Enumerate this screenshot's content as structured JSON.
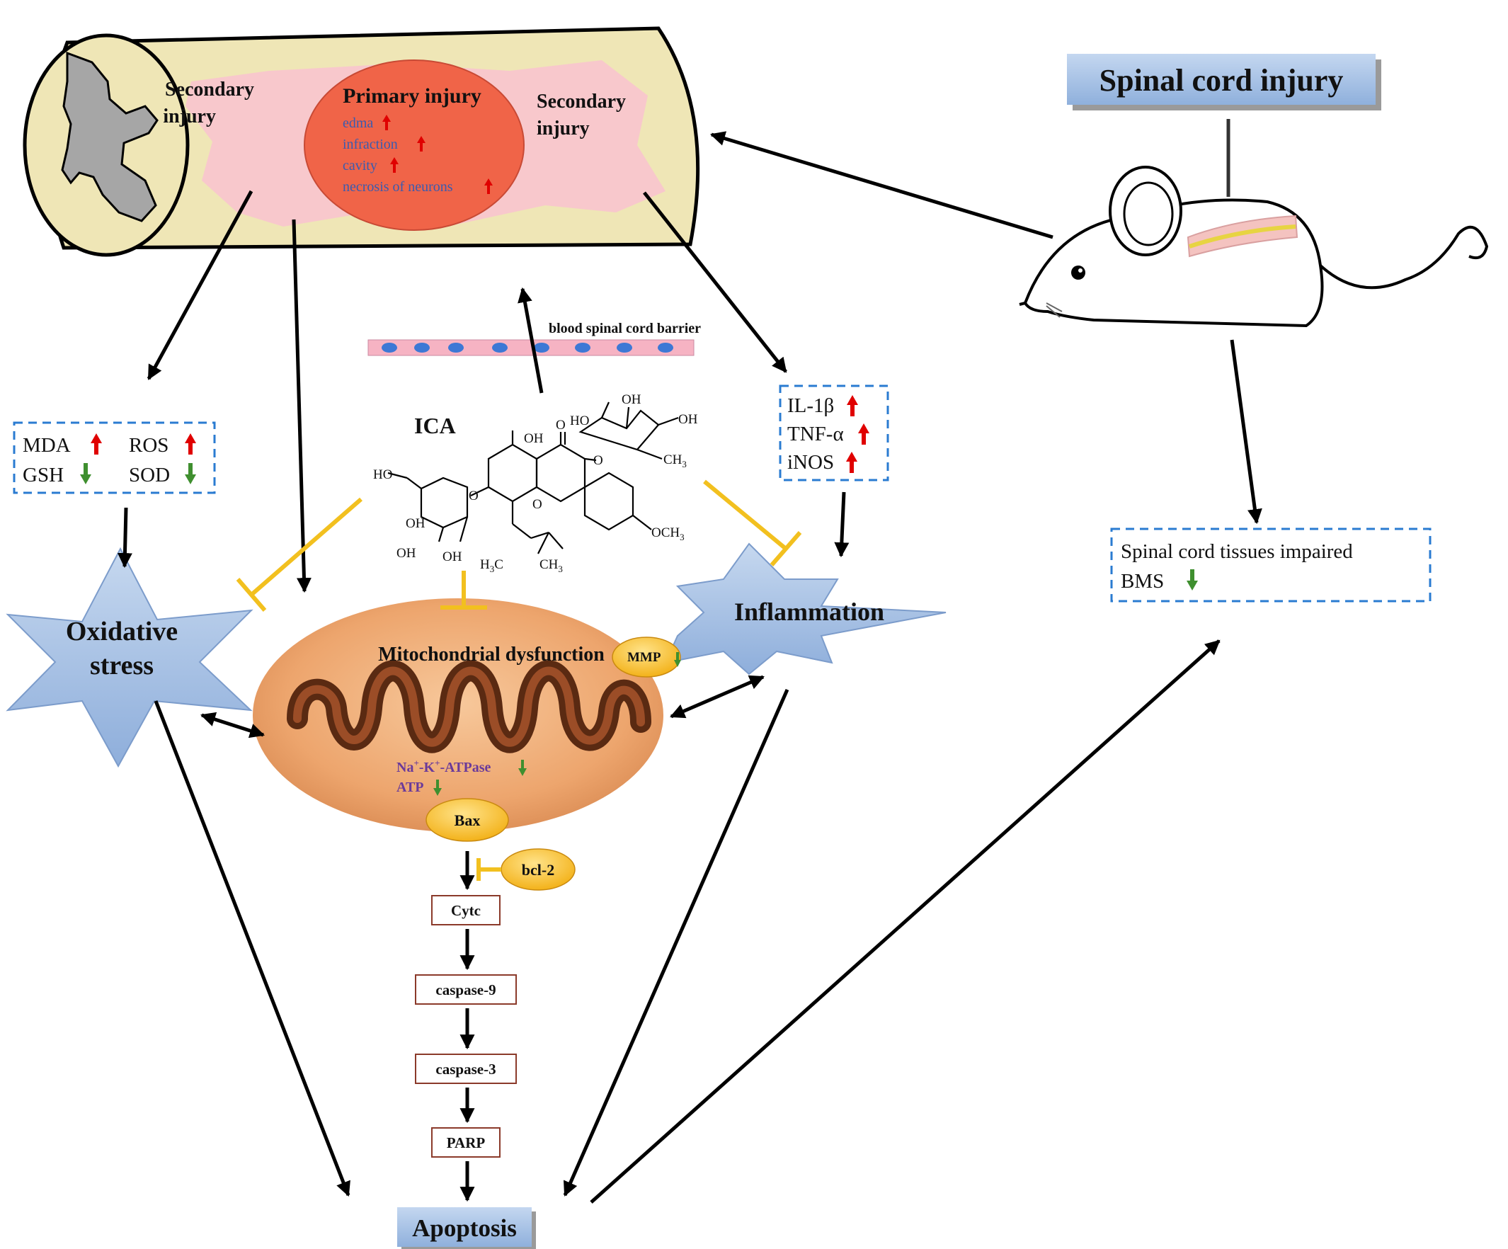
{
  "cord": {
    "secondary_left": [
      "Secondary",
      "injury"
    ],
    "secondary_right": [
      "Secondary",
      "injury"
    ],
    "primary_title": "Primary injury",
    "primary_items": [
      "edma",
      "infraction",
      "cavity",
      "necrosis of neurons"
    ]
  },
  "bscb_label": "blood spinal cord barrier",
  "ica_label": "ICA",
  "chem": {
    "oh": "OH",
    "ho": "HO",
    "o": "O",
    "ch3": "CH",
    "och3": "OCH",
    "h3c": "H",
    "c": "C",
    "sub3": "3"
  },
  "oxidative_markers": {
    "mda": "MDA",
    "ros": "ROS",
    "gsh": "GSH",
    "sod": "SOD"
  },
  "inflammatory_markers": [
    "IL-1β",
    "TNF-α",
    "iNOS"
  ],
  "spinal_cord_injury": "Spinal cord injury",
  "outcome": {
    "line1": "Spinal cord tissues impaired",
    "line2": "BMS"
  },
  "oxidative_stress": [
    "Oxidative",
    "stress"
  ],
  "inflammation": "Inflammation",
  "mito": {
    "title": "Mitochondrial dysfunction",
    "mmp": "MMP",
    "atpase": {
      "na": "Na",
      "k": "-K",
      "rest": "-ATPase",
      "plus": "+"
    },
    "atp": "ATP",
    "bax": "Bax",
    "bcl2": "bcl-2"
  },
  "cascade": [
    "Cytc",
    "caspase-9",
    "caspase-3",
    "PARP"
  ],
  "apoptosis": "Apoptosis",
  "colors": {
    "up_arrow": "#e00000",
    "down_arrow": "#3f8f2f",
    "inhibit": "#f2c01f",
    "box_border": "#2a7bd1",
    "title_box": "#a9c4e8",
    "star": "#a7c2e4",
    "primary_text": "#3a5bb0",
    "cord_fill": "#efe6b6",
    "pink": "#f8c8cc",
    "core": "#f06448"
  },
  "icons": {
    "up": "red-up-arrow-icon",
    "down": "green-down-arrow-icon",
    "mouse": "mouse-illustration",
    "mito": "mitochondrion-illustration"
  }
}
